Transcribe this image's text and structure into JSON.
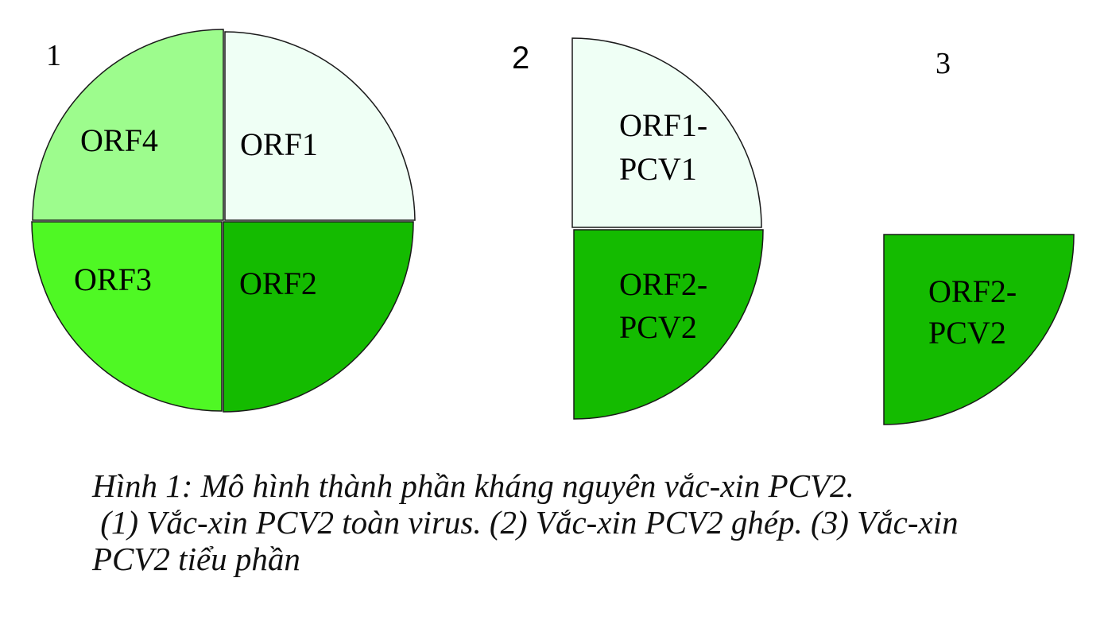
{
  "panels": [
    {
      "id": "whole",
      "number": "1",
      "segments": [
        {
          "name": "orf4",
          "lines": [
            "ORF4"
          ],
          "color": "#9dfc8d"
        },
        {
          "name": "orf1",
          "lines": [
            "ORF1"
          ],
          "color": "#effff5"
        },
        {
          "name": "orf3",
          "lines": [
            "ORF3"
          ],
          "color": "#4ff824"
        },
        {
          "name": "orf2",
          "lines": [
            "ORF2"
          ],
          "color": "#14bb00"
        }
      ]
    },
    {
      "id": "chimeric",
      "number": "2",
      "segments": [
        {
          "name": "orf1-pcv1",
          "lines": [
            "ORF1-",
            "PCV1"
          ],
          "color": "#effff5"
        },
        {
          "name": "orf2-pcv2",
          "lines": [
            "ORF2-",
            "PCV2"
          ],
          "color": "#14bb00"
        }
      ]
    },
    {
      "id": "subunit",
      "number": "3",
      "segments": [
        {
          "name": "orf2-pcv2",
          "lines": [
            "ORF2-",
            "PCV2"
          ],
          "color": "#14bb00"
        }
      ]
    }
  ],
  "caption": {
    "line1": "Hình 1: Mô hình thành phần kháng nguyên vắc-xin PCV2.",
    "line2": " (1) Vắc-xin PCV2 toàn virus. (2) Vắc-xin PCV2 ghép. (3) Vắc-xin",
    "line3": "PCV2 tiểu phần"
  }
}
